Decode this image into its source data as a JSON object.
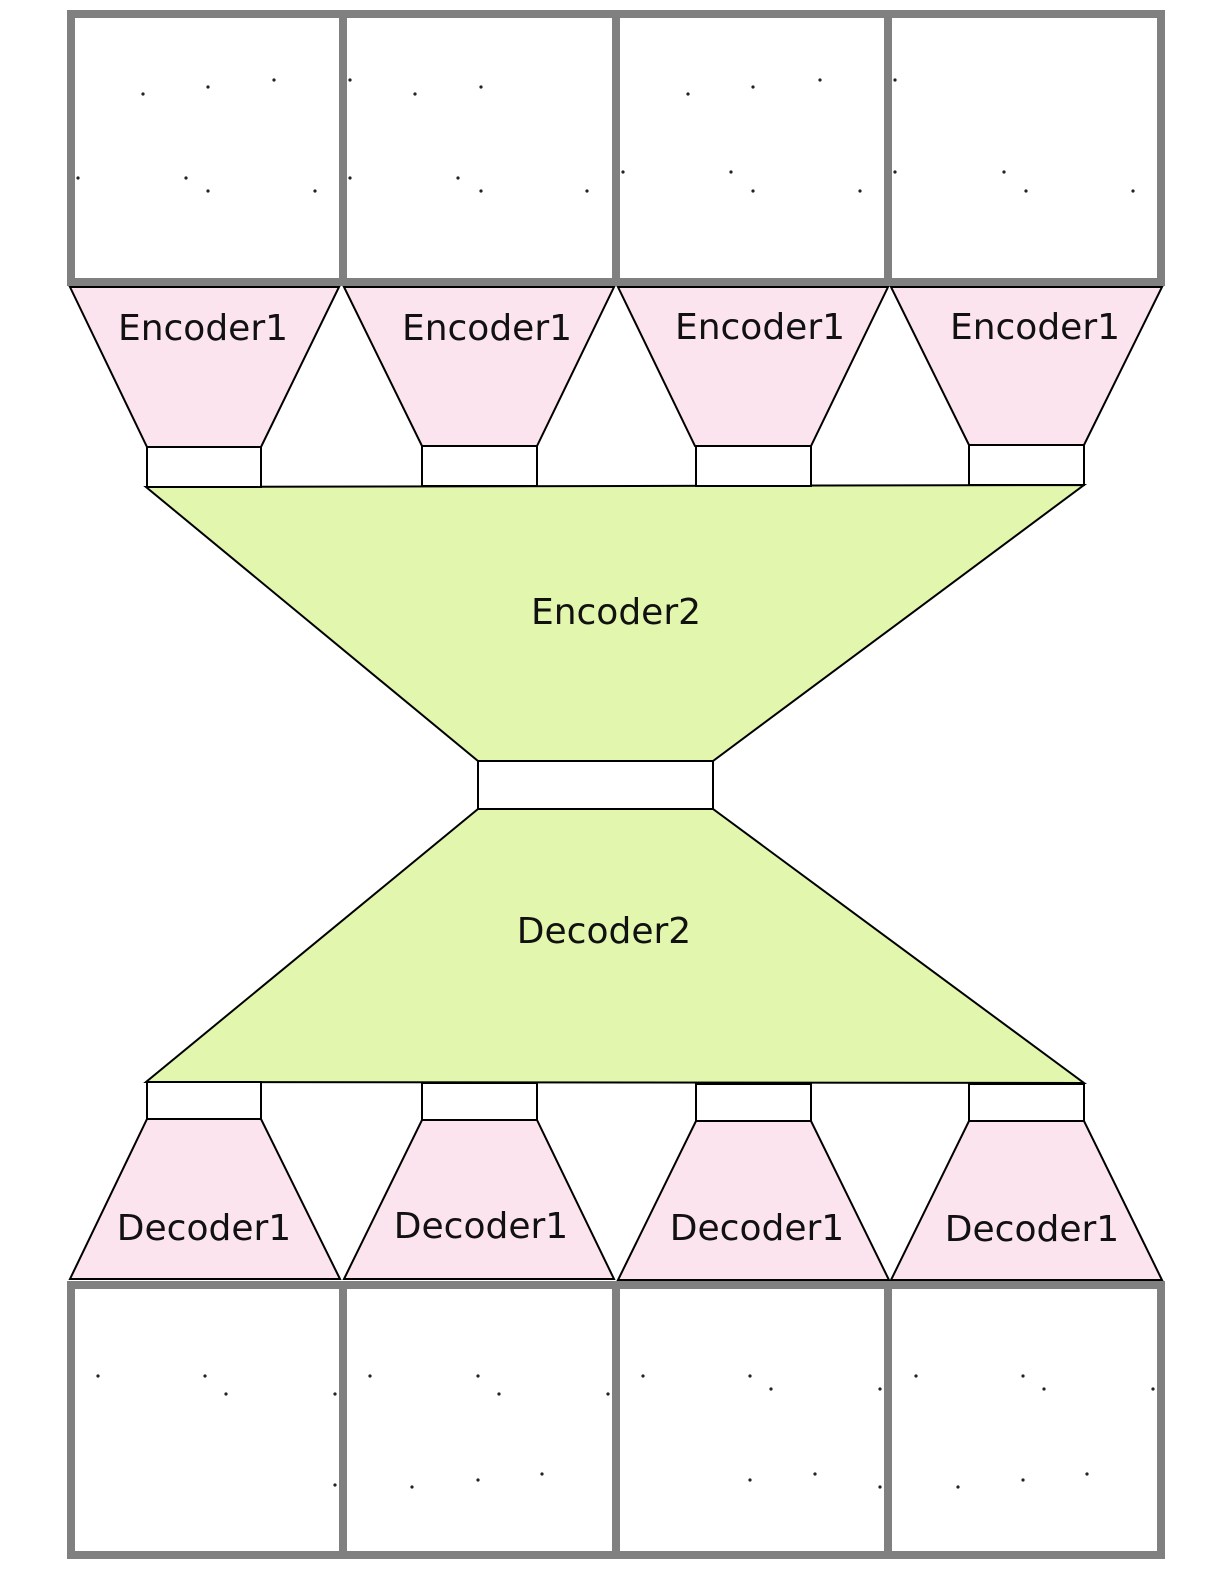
{
  "encoder1_labels": [
    "Encoder1",
    "Encoder1",
    "Encoder1",
    "Encoder1"
  ],
  "encoder2_label": "Encoder2",
  "decoder2_label": "Decoder2",
  "decoder1_labels": [
    "Decoder1",
    "Decoder1",
    "Decoder1",
    "Decoder1"
  ],
  "colors": {
    "encoder1_fill": "#fce4ee",
    "encoder2_fill": "#e2f6ad",
    "grid_border": "#808080"
  }
}
